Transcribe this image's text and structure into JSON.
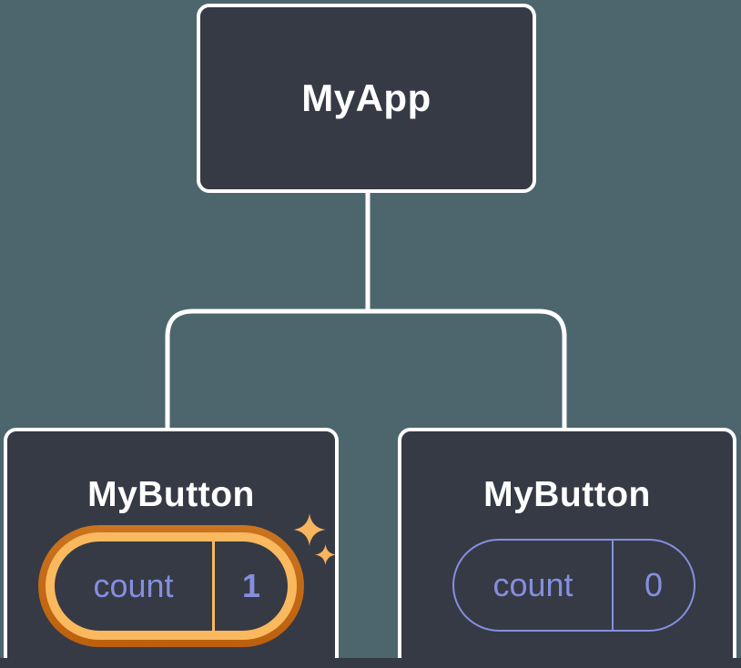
{
  "diagram": {
    "description": "React component tree showing state isolated per component instance",
    "colors": {
      "background": "#4d666d",
      "node_fill": "#353a45",
      "node_border": "#ffffff",
      "connector": "#ffffff",
      "state_violet": "#868ee0",
      "highlight_orange_outer": "#c36a15",
      "highlight_orange_inner": "#fab85f",
      "sparkle": "#f8b55e"
    },
    "root": {
      "label": "MyApp"
    },
    "children": [
      {
        "label": "MyButton",
        "state_key": "count",
        "state_value": "1",
        "highlighted": true
      },
      {
        "label": "MyButton",
        "state_key": "count",
        "state_value": "0",
        "highlighted": false
      }
    ]
  }
}
